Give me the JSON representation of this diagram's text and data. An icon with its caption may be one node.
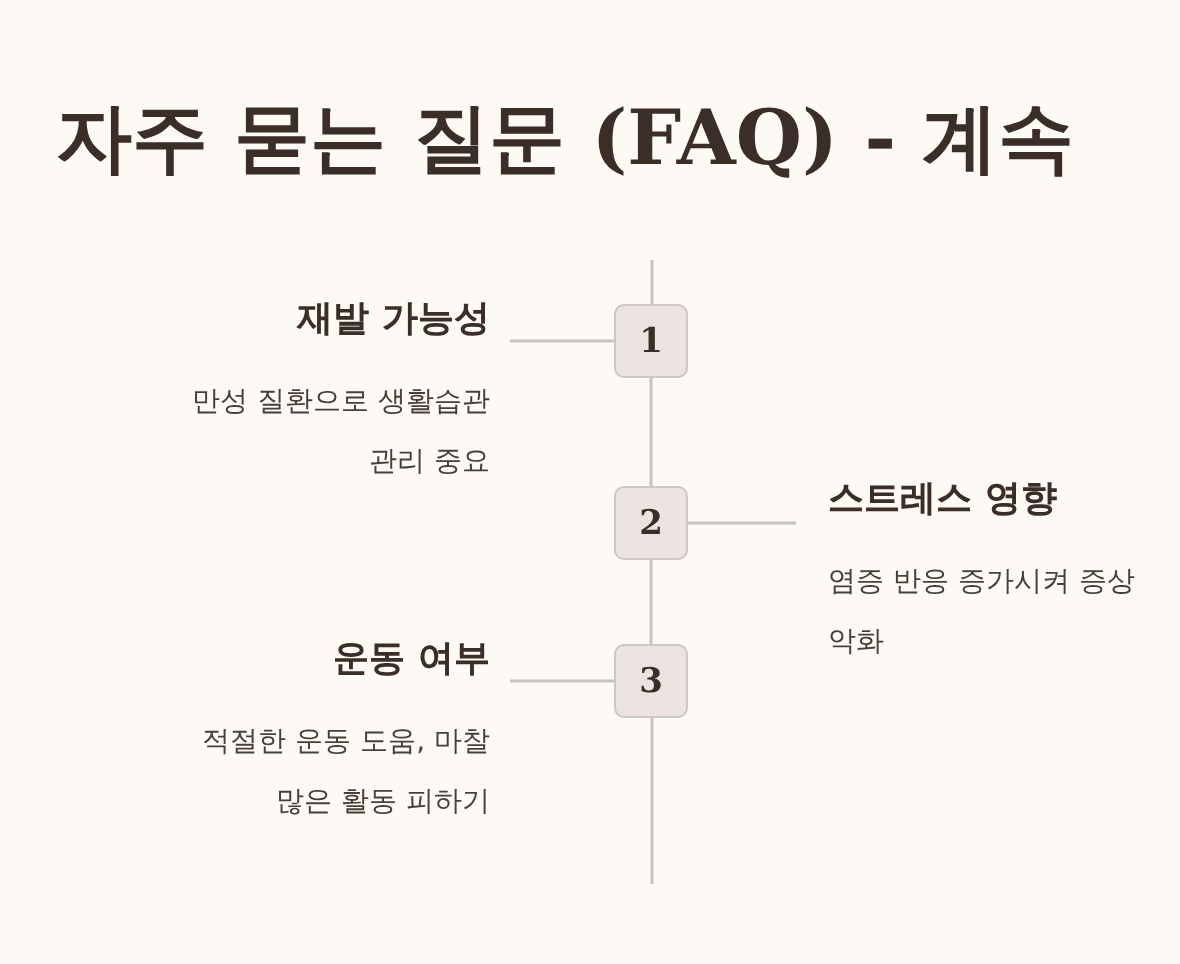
{
  "diagram": {
    "title": "자주 묻는 질문 (FAQ) - 계속",
    "nodes": [
      {
        "text": [
          "재발 가능성",
          "만성 질환으로 생활습관 관리 중요"
        ]
      },
      {
        "text": [
          "1"
        ]
      },
      {
        "text": [
          "2"
        ]
      },
      {
        "text": [
          "스트레스 영향",
          "염증 반응 증가시켜 증상 악화"
        ]
      },
      {
        "text": [
          "운동 여부",
          "적절한 운동 도움, 마찰 많은 활동 피하기"
        ]
      },
      {
        "text": [
          "3"
        ]
      }
    ],
    "edges": [
      {
        "from": 1,
        "to": 0,
        "arrow": "none"
      },
      {
        "from": 2,
        "to": 3,
        "arrow": "none"
      },
      {
        "from": 5,
        "to": 4,
        "arrow": "none"
      },
      {
        "from": 1,
        "to": 2,
        "arrow": "none"
      },
      {
        "from": 2,
        "to": 5,
        "arrow": "none"
      }
    ]
  }
}
